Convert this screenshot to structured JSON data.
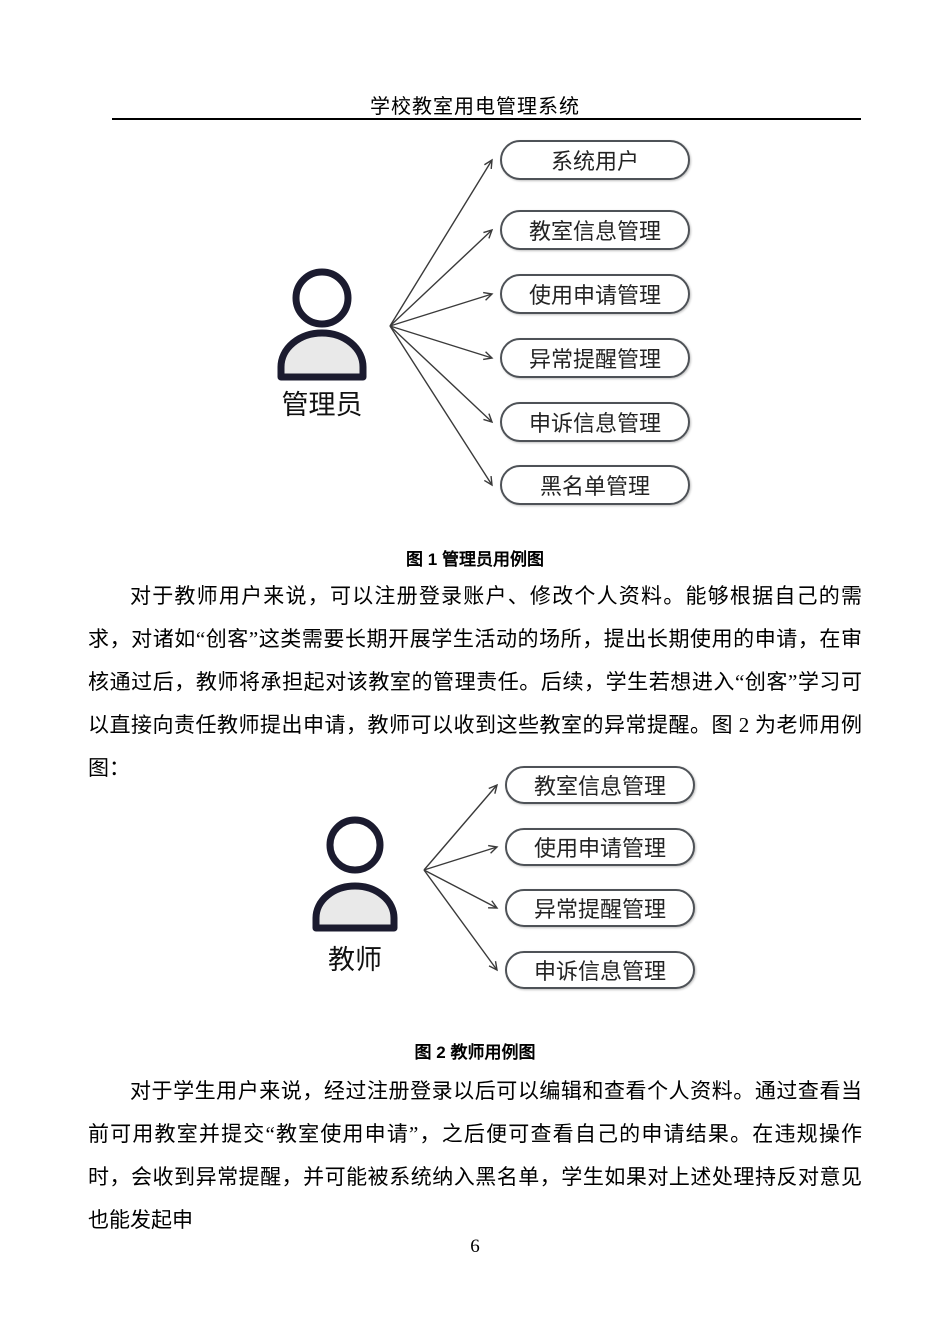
{
  "header": {
    "title": "学校教室用电管理系统"
  },
  "figure1": {
    "actor_label": "管理员",
    "use_cases": [
      "系统用户",
      "教室信息管理",
      "使用申请管理",
      "异常提醒管理",
      "申诉信息管理",
      "黑名单管理"
    ],
    "caption": "图 1 管理员用例图"
  },
  "figure2": {
    "actor_label": "教师",
    "use_cases": [
      "教室信息管理",
      "使用申请管理",
      "异常提醒管理",
      "申诉信息管理"
    ],
    "caption": "图 2 教师用例图"
  },
  "body": {
    "paragraph1": "对于教师用户来说，可以注册登录账户、修改个人资料。能够根据自己的需求，对诸如“创客”这类需要长期开展学生活动的场所，提出长期使用的申请，在审核通过后，教师将承担起对该教室的管理责任。后续，学生若想进入“创客”学习可以直接向责任教师提出申请，教师可以收到这些教室的异常提醒。图 2 为老师用例图：",
    "paragraph2": "对于学生用户来说，经过注册登录以后可以编辑和查看个人资料。通过查看当前可用教室并提交“教室使用申请”，之后便可查看自己的申请结果。在违规操作时，会收到异常提醒，并可能被系统纳入黑名单，学生如果对上述处理持反对意见也能发起申"
  },
  "footer": {
    "page_number": "6"
  },
  "colors": {
    "oval_border": "#4e5257",
    "arrow": "#3a3a3a",
    "actor_outline": "#1b1b2f",
    "actor_body_fill": "#e9e9e9"
  }
}
